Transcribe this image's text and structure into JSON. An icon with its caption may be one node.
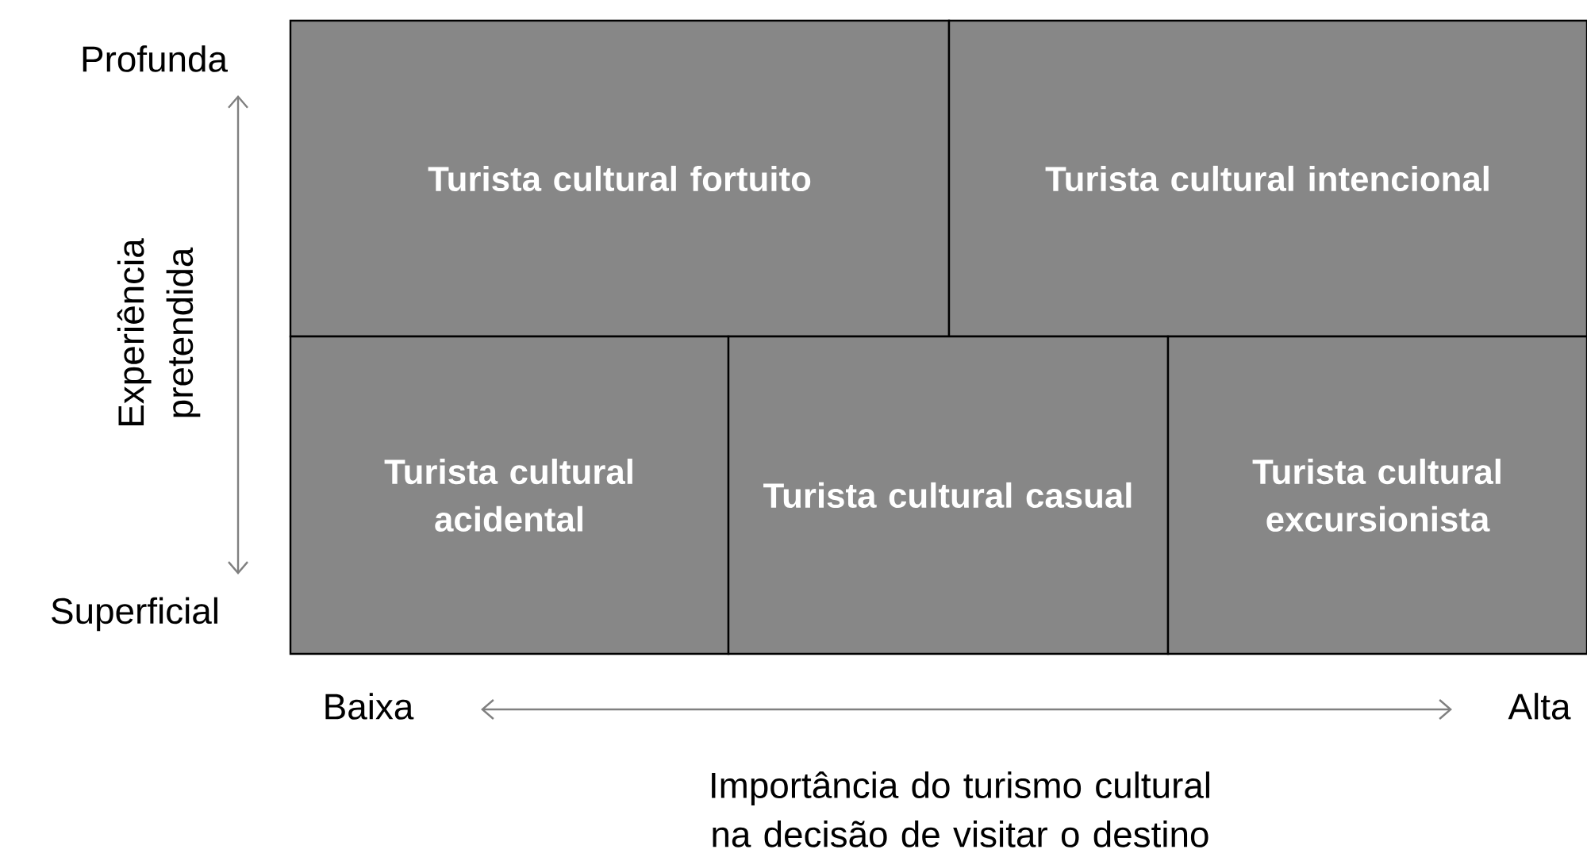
{
  "diagram": {
    "nodes": [
      {
        "text": [
          "Turista cultural fortuito"
        ]
      },
      {
        "text": [
          "Turista cultural intencional"
        ]
      },
      {
        "text": [
          "Turista cultural acidental"
        ]
      },
      {
        "text": [
          "Turista cultural casual"
        ]
      },
      {
        "text": [
          "Turista cultural excursionista"
        ]
      }
    ],
    "labels": [
      "Profunda",
      "Experiência pretendida",
      "Superficial",
      "Baixa",
      "Alta",
      "Importância do turismo cultural na decisão de visitar o destino"
    ]
  }
}
